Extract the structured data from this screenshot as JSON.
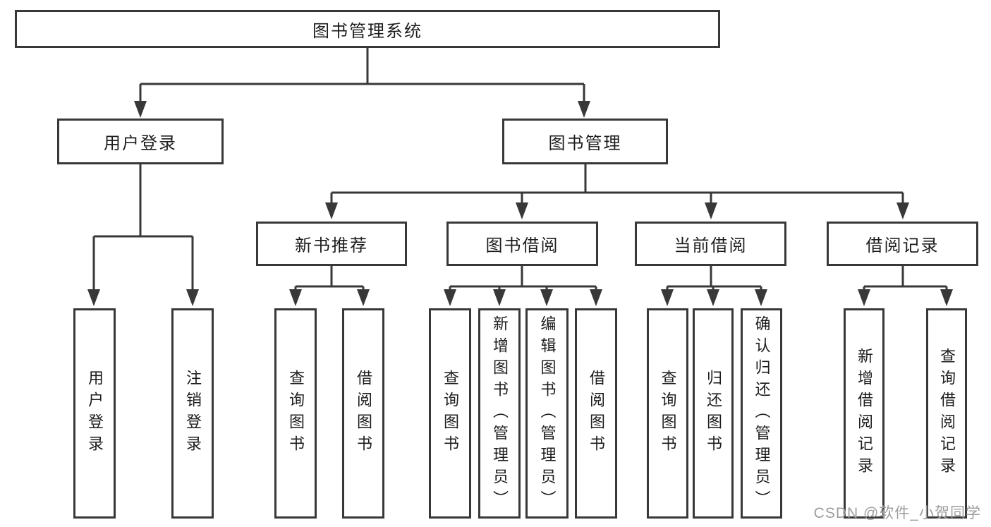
{
  "tree": {
    "label": "图书管理系统",
    "children": [
      {
        "label": "用户登录",
        "children": [
          {
            "label": "用户登录"
          },
          {
            "label": "注销登录"
          }
        ]
      },
      {
        "label": "图书管理",
        "children": [
          {
            "label": "新书推荐",
            "children": [
              {
                "label": "查询图书"
              },
              {
                "label": "借阅图书"
              }
            ]
          },
          {
            "label": "图书借阅",
            "children": [
              {
                "label": "查询图书"
              },
              {
                "label": "新增图书（管理员）"
              },
              {
                "label": "编辑图书（管理员）"
              },
              {
                "label": "借阅图书"
              }
            ]
          },
          {
            "label": "当前借阅",
            "children": [
              {
                "label": "查询图书"
              },
              {
                "label": "归还图书"
              },
              {
                "label": "确认归还（管理员）"
              }
            ]
          },
          {
            "label": "借阅记录",
            "children": [
              {
                "label": "新增借阅记录"
              },
              {
                "label": "查询借阅记录"
              }
            ]
          }
        ]
      }
    ]
  },
  "watermark": "CSDN @软件_小贺同学",
  "colors": {
    "line": "#383838",
    "text": "#1d1d1d",
    "box_background": "#ffffff",
    "watermark": "#9e9e9e",
    "background": "#ffffff"
  }
}
